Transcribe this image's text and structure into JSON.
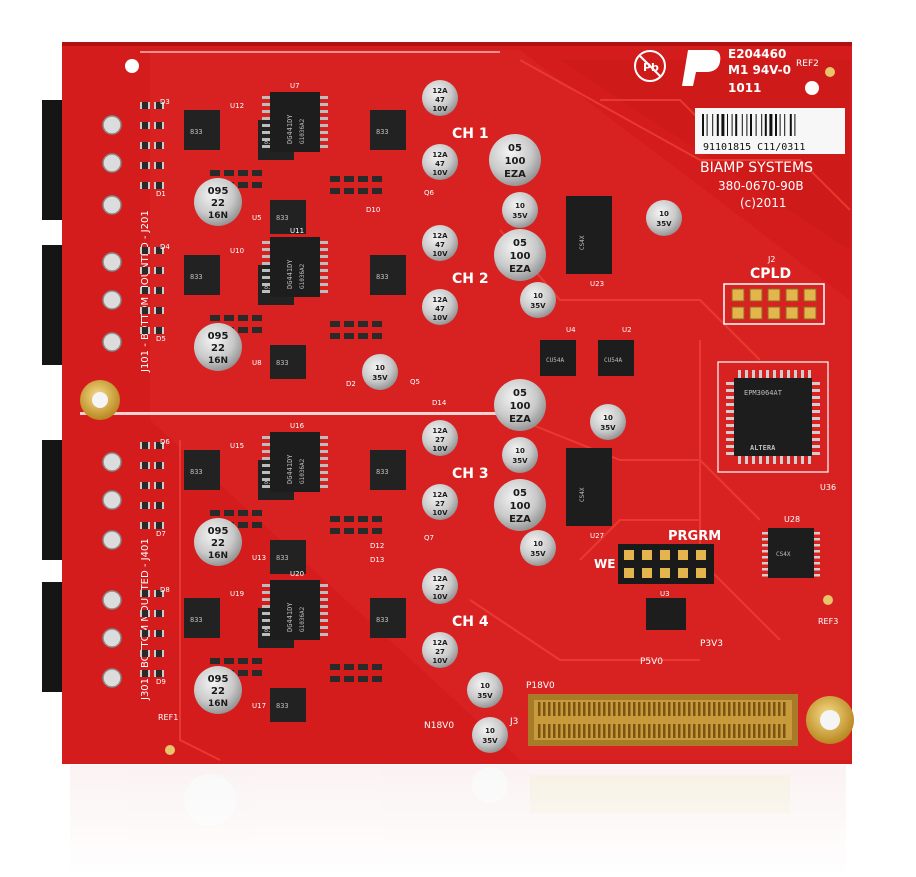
{
  "board": {
    "cert": {
      "file_number": "E204460",
      "rating": "M1  94V-0",
      "date_code": "1011",
      "ref_mark": "REF2"
    },
    "barcode_label": "91101815   C11/0311",
    "manufacturer": "BIAMP SYSTEMS",
    "part_number": "380-0670-90B",
    "copyright": "(c)2011",
    "cpld_label": "CPLD",
    "cpld_header": "J2",
    "prgrm_label": "PRGRM",
    "we_label": "WE",
    "ref1": "REF1",
    "ref3": "REF3",
    "u36": "U36",
    "u28": "U28",
    "u27": "U27",
    "u23": "U23",
    "u3": "U3",
    "j3": "J3",
    "rails": {
      "p18": "P18V0",
      "n18": "N18V0",
      "p5": "P5V0",
      "p3": "P3V3"
    },
    "side_labels": [
      "J101 - BOTTOM MOUNTED - J201",
      "J301 - BOTTOM MOUNTED - J401"
    ],
    "channels": [
      "CH 1",
      "CH 2",
      "CH 3",
      "CH 4"
    ],
    "channel_parts": [
      {
        "u_top": "U7",
        "u_mid": "U5",
        "d": "D3",
        "d2": "D1",
        "u12": "U12"
      },
      {
        "u_top": "U11",
        "u_mid": "U8",
        "d": "D4",
        "d2": "D5",
        "u12": "U10"
      },
      {
        "u_top": "U16",
        "u_mid": "U13",
        "d": "D6",
        "d2": "D7",
        "u12": "U15"
      },
      {
        "u_top": "U20",
        "u_mid": "U17",
        "d": "D8",
        "d2": "D9",
        "u12": "U19"
      }
    ],
    "misc_refs": {
      "q6": "Q6",
      "d10": "D10",
      "q5": "Q5",
      "d14": "D14",
      "d12": "D12",
      "d13": "D13",
      "q7": "Q7",
      "d2": "D2",
      "u4": "U4",
      "u2": "U2"
    },
    "caps": {
      "large": [
        "095",
        "22",
        "16N"
      ],
      "big": [
        "05",
        "100",
        "EZA"
      ],
      "small": [
        "10",
        "35V"
      ],
      "pair": [
        "12A",
        "47",
        "10V"
      ],
      "pair2": [
        "12A",
        "27",
        "10V"
      ]
    },
    "chips": {
      "dual_switch": "DG441DY",
      "dual_switch_2": "G1036A2",
      "opamp": "833",
      "cpld_chip": "ALTERA",
      "cpld_part": "EPM3064AT",
      "adc": "CS4X",
      "dsp": "CU54A",
      "u28_chip": "CS4X"
    },
    "colors": {
      "pcb": "#d81e1e",
      "pcb_dark": "#b91414",
      "trace": "#e8392f",
      "silk": "#ffffff",
      "chip": "#202020",
      "cap": "#cfcfcf",
      "gold": "#d8a93a"
    }
  }
}
